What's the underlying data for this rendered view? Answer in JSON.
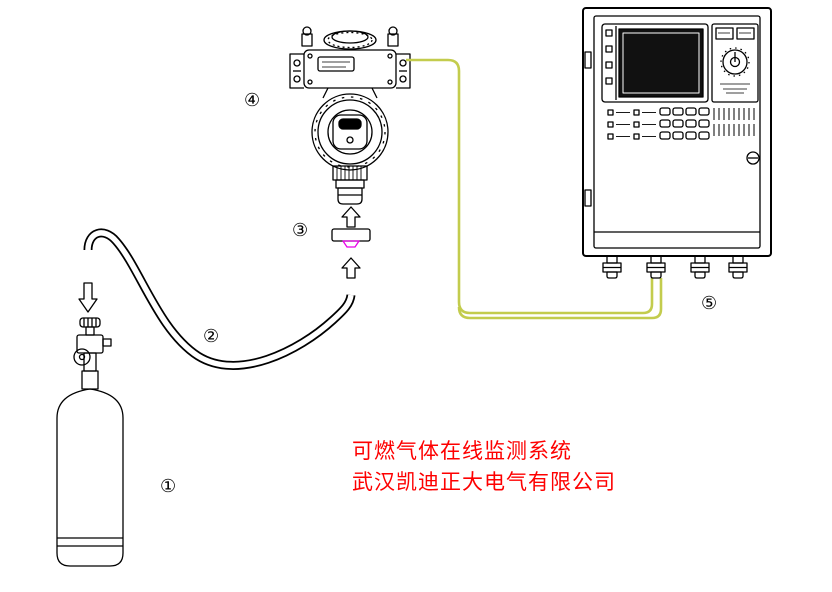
{
  "title": {
    "line1": "可燃气体在线监测系统",
    "line2": "武汉凯迪正大电气有限公司"
  },
  "labels": {
    "cylinder": "①",
    "hose": "②",
    "cap": "③",
    "detector": "④",
    "controller": "⑤"
  },
  "colors": {
    "wire": "#c3cc4d",
    "title": "#fe0000",
    "accent": "#e800e8",
    "line": "#000000"
  }
}
